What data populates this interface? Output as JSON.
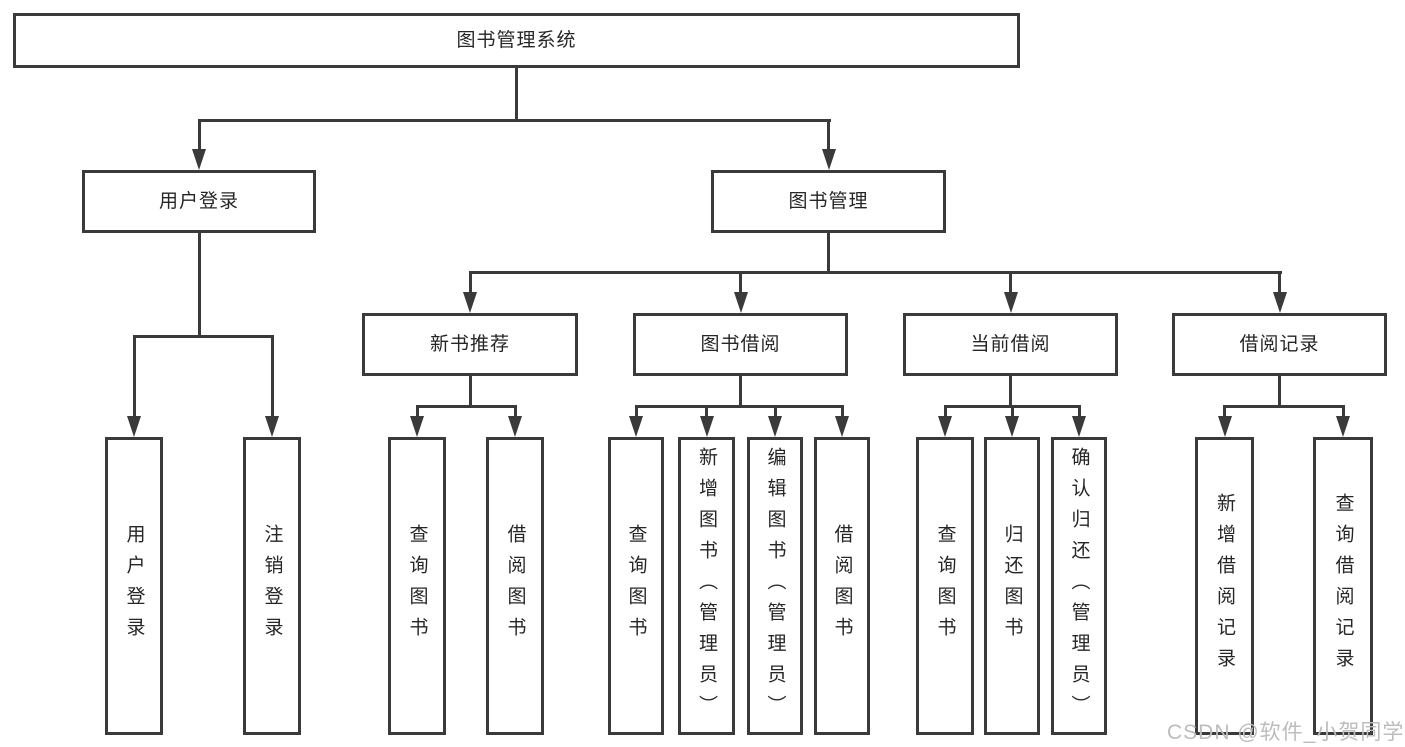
{
  "diagram_title": "图书管理系统",
  "nodes": [
    {
      "id": "root",
      "label": "图书管理系统"
    },
    {
      "id": "user-login",
      "label": "用户登录"
    },
    {
      "id": "book-mgmt",
      "label": "图书管理"
    },
    {
      "id": "new-book-rec",
      "label": "新书推荐"
    },
    {
      "id": "book-borrow",
      "label": "图书借阅"
    },
    {
      "id": "current-borrow",
      "label": "当前借阅"
    },
    {
      "id": "borrow-record",
      "label": "借阅记录"
    },
    {
      "id": "leaf-user-login",
      "label": "用户登录"
    },
    {
      "id": "leaf-logout",
      "label": "注销登录"
    },
    {
      "id": "leaf-query-book-1",
      "label": "查询图书"
    },
    {
      "id": "leaf-borrow-book-1",
      "label": "借阅图书"
    },
    {
      "id": "leaf-query-book-2",
      "label": "查询图书"
    },
    {
      "id": "leaf-add-book",
      "label": "新增图书（管理员）"
    },
    {
      "id": "leaf-edit-book",
      "label": "编辑图书（管理员）"
    },
    {
      "id": "leaf-borrow-book-2",
      "label": "借阅图书"
    },
    {
      "id": "leaf-query-book-3",
      "label": "查询图书"
    },
    {
      "id": "leaf-return-book",
      "label": "归还图书"
    },
    {
      "id": "leaf-confirm-return",
      "label": "确认归还（管理员）"
    },
    {
      "id": "leaf-add-record",
      "label": "新增借阅记录"
    },
    {
      "id": "leaf-query-record",
      "label": "查询借阅记录"
    }
  ],
  "edges": [
    {
      "from": "root",
      "to": "user-login"
    },
    {
      "from": "root",
      "to": "book-mgmt"
    },
    {
      "from": "user-login",
      "to": "leaf-user-login"
    },
    {
      "from": "user-login",
      "to": "leaf-logout"
    },
    {
      "from": "book-mgmt",
      "to": "new-book-rec"
    },
    {
      "from": "book-mgmt",
      "to": "book-borrow"
    },
    {
      "from": "book-mgmt",
      "to": "current-borrow"
    },
    {
      "from": "book-mgmt",
      "to": "borrow-record"
    },
    {
      "from": "new-book-rec",
      "to": "leaf-query-book-1"
    },
    {
      "from": "new-book-rec",
      "to": "leaf-borrow-book-1"
    },
    {
      "from": "book-borrow",
      "to": "leaf-query-book-2"
    },
    {
      "from": "book-borrow",
      "to": "leaf-add-book"
    },
    {
      "from": "book-borrow",
      "to": "leaf-edit-book"
    },
    {
      "from": "book-borrow",
      "to": "leaf-borrow-book-2"
    },
    {
      "from": "current-borrow",
      "to": "leaf-query-book-3"
    },
    {
      "from": "current-borrow",
      "to": "leaf-return-book"
    },
    {
      "from": "current-borrow",
      "to": "leaf-confirm-return"
    },
    {
      "from": "borrow-record",
      "to": "leaf-add-record"
    },
    {
      "from": "borrow-record",
      "to": "leaf-query-record"
    }
  ],
  "watermark": {
    "text": "CSDN @软件_小贺同学"
  },
  "colors": {
    "line": "#3a3a3a",
    "text": "#262626",
    "background": "#ffffff",
    "watermark": "#bcbcbc"
  }
}
